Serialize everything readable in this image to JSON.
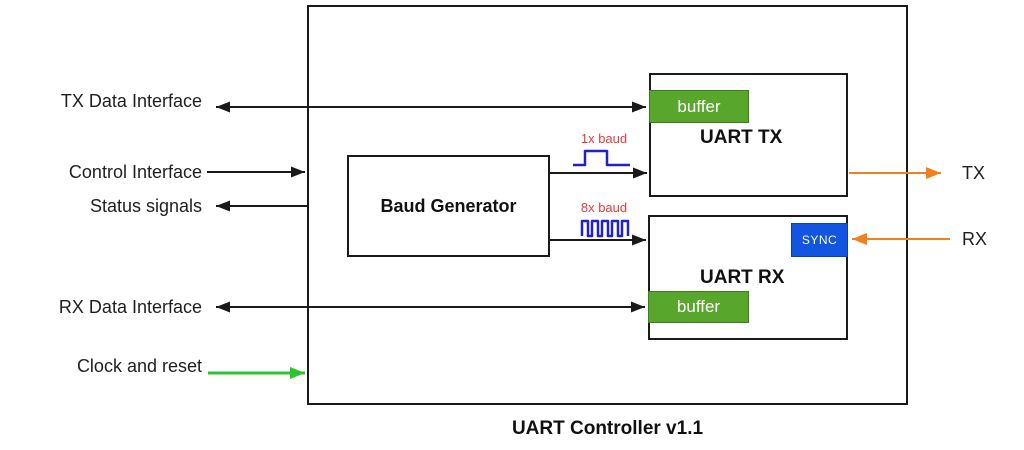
{
  "diagram": {
    "title": "UART Controller v1.1"
  },
  "left_labels": {
    "tx_data": "TX Data Interface",
    "control": "Control Interface",
    "status": "Status signals",
    "rx_data": "RX Data Interface",
    "clock": "Clock and reset"
  },
  "right_labels": {
    "tx": "TX",
    "rx": "RX"
  },
  "blocks": {
    "baud_generator": "Baud Generator",
    "uart_tx": "UART TX",
    "uart_rx": "UART RX",
    "tx_buffer": "buffer",
    "rx_buffer": "buffer",
    "sync": "SYNC"
  },
  "signals": {
    "baud_1x": "1x baud",
    "baud_8x": "8x baud"
  },
  "colors": {
    "buffer_green": "#58a62c",
    "sync_blue": "#1155e0",
    "orange": "#f08020",
    "clock_green": "#2dc42d",
    "baud_red": "#e03c3c",
    "wave_blue": "#2121cc",
    "line_black": "#1a1a1a"
  }
}
